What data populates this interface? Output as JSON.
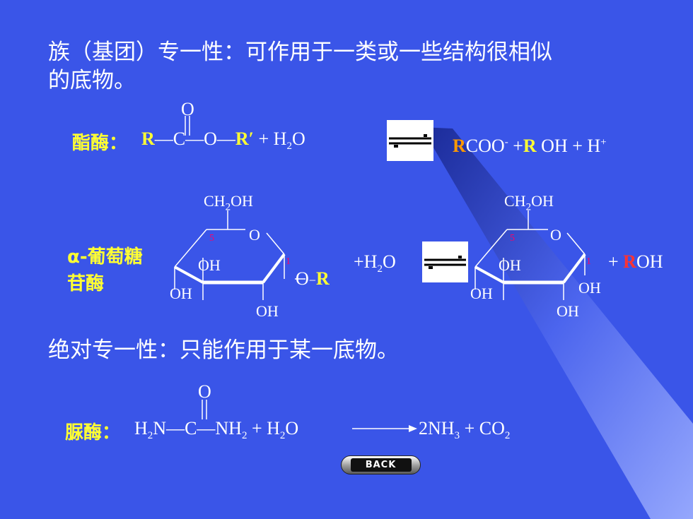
{
  "colors": {
    "background": "#3a55e8",
    "text": "#ffffff",
    "highlight": "#ffff33",
    "red": "#ff3333",
    "position_mark": "#ff0066"
  },
  "heading1": {
    "line1": "族（基团）专一性：可作用于一类或一些结构很相似",
    "line2": "的底物。"
  },
  "esterase": {
    "label": "酯酶：",
    "carbonyl_o": "O",
    "r": "R",
    "bond_c": "—C—",
    "bond_o": "O—",
    "r_prime": "R′",
    "plus_water": " +  H",
    "water_sub": "2",
    "water_o": "O",
    "product_r": "R",
    "product_coo": "COO",
    "product_coo_sup": "-",
    "plus_r_text": " +",
    "product_r2": "R",
    "product_oh": " OH + H",
    "proton_sup": "+"
  },
  "glucosidase": {
    "label_line1": "α-葡萄糖",
    "label_line2": "苷酶",
    "left_ring": {
      "ch2oh": "CH",
      "ch2oh_sub": "2",
      "ch2oh_end": "OH",
      "ring_o": "O",
      "c5": "5",
      "c1": "1",
      "oh_inner": "OH",
      "oh_left": "OH",
      "oh_bottom": "OH",
      "glycoside_o": "O",
      "glycoside_r": "R"
    },
    "water": "+H",
    "water_sub": "2",
    "water_o": "O",
    "right_ring": {
      "ch2oh": "CH",
      "ch2oh_sub": "2",
      "ch2oh_end": "OH",
      "ring_o": "O",
      "c5": "5",
      "c1": "1",
      "oh_inner": "OH",
      "oh_left": "OH",
      "oh_bottom": "OH",
      "oh_right": "OH"
    },
    "plus": "+ ",
    "product_r": "R",
    "product_oh": "OH"
  },
  "heading2": "绝对专一性：只能作用于某一底物。",
  "urease": {
    "label": "脲酶：",
    "carbonyl_o": "O",
    "h2n_h": "H",
    "h2n_sub": "2",
    "h2n_n": "N—",
    "c": "C",
    "nh2": "—NH",
    "nh2_sub": "2",
    "plus_water": " + H",
    "water_sub": "2",
    "water_o": "O",
    "product_nh3": "2NH",
    "nh3_sub": "3",
    "plus_co2": " + CO",
    "co2_sub": "2"
  },
  "back_button": "BACK"
}
